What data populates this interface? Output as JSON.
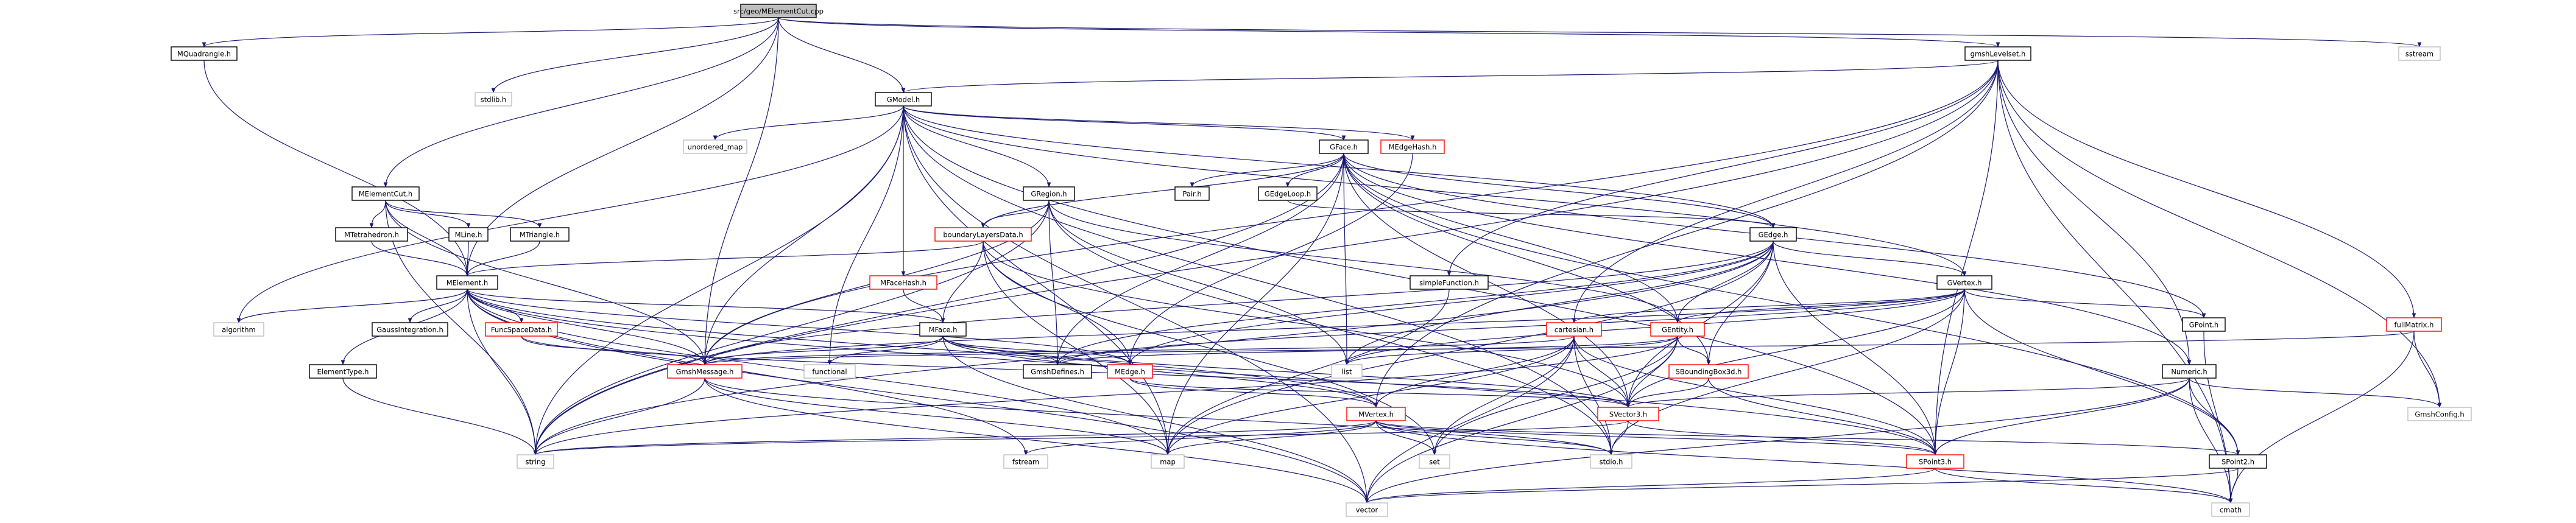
{
  "colors": {
    "edge": "#191970",
    "root_fill": "#bfbfbf",
    "node_fill": "#ffffff",
    "node_stroke_normal": "#000000",
    "node_stroke_red": "#ff0000",
    "node_stroke_gray": "#bfbfbf"
  },
  "nodes": [
    {
      "id": "root",
      "label": "src/geo/MElementCut.cpp",
      "style": "root"
    },
    {
      "id": "mquad",
      "label": "MQuadrangle.h",
      "style": "normal"
    },
    {
      "id": "gmshlev",
      "label": "gmshLevelset.h",
      "style": "normal"
    },
    {
      "id": "sstream",
      "label": "sstream",
      "style": "gray"
    },
    {
      "id": "stdlib",
      "label": "stdlib.h",
      "style": "gray"
    },
    {
      "id": "gmodel",
      "label": "GModel.h",
      "style": "normal"
    },
    {
      "id": "unordmap",
      "label": "unordered_map",
      "style": "gray"
    },
    {
      "id": "gface",
      "label": "GFace.h",
      "style": "normal"
    },
    {
      "id": "medgehash",
      "label": "MEdgeHash.h",
      "style": "red"
    },
    {
      "id": "mecut",
      "label": "MElementCut.h",
      "style": "normal"
    },
    {
      "id": "pair",
      "label": "Pair.h",
      "style": "normal"
    },
    {
      "id": "gedgeloop",
      "label": "GEdgeLoop.h",
      "style": "normal"
    },
    {
      "id": "gregion",
      "label": "GRegion.h",
      "style": "normal"
    },
    {
      "id": "mtetra",
      "label": "MTetrahedron.h",
      "style": "normal"
    },
    {
      "id": "mline",
      "label": "MLine.h",
      "style": "normal"
    },
    {
      "id": "mtri",
      "label": "MTriangle.h",
      "style": "normal"
    },
    {
      "id": "blayers",
      "label": "boundaryLayersData.h",
      "style": "red"
    },
    {
      "id": "gedge",
      "label": "GEdge.h",
      "style": "normal"
    },
    {
      "id": "melement",
      "label": "MElement.h",
      "style": "normal"
    },
    {
      "id": "mfacehash",
      "label": "MFaceHash.h",
      "style": "red"
    },
    {
      "id": "simplefn",
      "label": "simpleFunction.h",
      "style": "normal"
    },
    {
      "id": "gvertex",
      "label": "GVertex.h",
      "style": "normal"
    },
    {
      "id": "gpoint",
      "label": "GPoint.h",
      "style": "normal"
    },
    {
      "id": "fullmatrix",
      "label": "fullMatrix.h",
      "style": "red"
    },
    {
      "id": "algorithm",
      "label": "algorithm",
      "style": "gray"
    },
    {
      "id": "gaussint",
      "label": "GaussIntegration.h",
      "style": "normal"
    },
    {
      "id": "funcspace",
      "label": "FuncSpaceData.h",
      "style": "red"
    },
    {
      "id": "mface",
      "label": "MFace.h",
      "style": "normal"
    },
    {
      "id": "cartesian",
      "label": "cartesian.h",
      "style": "red"
    },
    {
      "id": "gentity",
      "label": "GEntity.h",
      "style": "red"
    },
    {
      "id": "elemtype",
      "label": "ElementType.h",
      "style": "normal"
    },
    {
      "id": "gmshmsg",
      "label": "GmshMessage.h",
      "style": "red"
    },
    {
      "id": "functional",
      "label": "functional",
      "style": "gray"
    },
    {
      "id": "gmshdef",
      "label": "GmshDefines.h",
      "style": "normal"
    },
    {
      "id": "medge",
      "label": "MEdge.h",
      "style": "red"
    },
    {
      "id": "list",
      "label": "list",
      "style": "gray"
    },
    {
      "id": "sbbox",
      "label": "SBoundingBox3d.h",
      "style": "red"
    },
    {
      "id": "numeric",
      "label": "Numeric.h",
      "style": "normal"
    },
    {
      "id": "mvertex",
      "label": "MVertex.h",
      "style": "red"
    },
    {
      "id": "svector3",
      "label": "SVector3.h",
      "style": "red"
    },
    {
      "id": "gmshconfig",
      "label": "GmshConfig.h",
      "style": "gray"
    },
    {
      "id": "string",
      "label": "string",
      "style": "gray"
    },
    {
      "id": "fstream",
      "label": "fstream",
      "style": "gray"
    },
    {
      "id": "map",
      "label": "map",
      "style": "gray"
    },
    {
      "id": "set",
      "label": "set",
      "style": "gray"
    },
    {
      "id": "stdio",
      "label": "stdio.h",
      "style": "gray"
    },
    {
      "id": "spoint3",
      "label": "SPoint3.h",
      "style": "red"
    },
    {
      "id": "spoint2",
      "label": "SPoint2.h",
      "style": "normal"
    },
    {
      "id": "vector",
      "label": "vector",
      "style": "gray"
    },
    {
      "id": "cmath",
      "label": "cmath",
      "style": "gray"
    }
  ],
  "edges": [
    [
      "root",
      "mquad"
    ],
    [
      "root",
      "gmshlev"
    ],
    [
      "root",
      "sstream"
    ],
    [
      "root",
      "stdlib"
    ],
    [
      "root",
      "gmodel"
    ],
    [
      "root",
      "mecut"
    ],
    [
      "root",
      "melement"
    ],
    [
      "root",
      "gmshmsg"
    ],
    [
      "mquad",
      "melement"
    ],
    [
      "gmshlev",
      "gmodel"
    ],
    [
      "gmshlev",
      "string"
    ],
    [
      "gmshlev",
      "simplefn"
    ],
    [
      "gmshlev",
      "gmshmsg"
    ],
    [
      "gmshlev",
      "fullmatrix"
    ],
    [
      "gmshlev",
      "gmshconfig"
    ],
    [
      "gmshlev",
      "cmath"
    ],
    [
      "gmshlev",
      "numeric"
    ],
    [
      "gmshlev",
      "spoint3"
    ],
    [
      "gmshlev",
      "cartesian"
    ],
    [
      "gmshlev",
      "mvertex"
    ],
    [
      "gmodel",
      "unordmap"
    ],
    [
      "gmodel",
      "gface"
    ],
    [
      "gmodel",
      "medgehash"
    ],
    [
      "gmodel",
      "gregion"
    ],
    [
      "gmodel",
      "gedge"
    ],
    [
      "gmodel",
      "gvertex"
    ],
    [
      "gmodel",
      "mfacehash"
    ],
    [
      "gmodel",
      "algorithm"
    ],
    [
      "gmodel",
      "functional"
    ],
    [
      "gmodel",
      "string"
    ],
    [
      "gmodel",
      "map"
    ],
    [
      "gmodel",
      "vector"
    ],
    [
      "gmodel",
      "stdio"
    ],
    [
      "gmodel",
      "spoint3"
    ],
    [
      "gmodel",
      "gmshmsg"
    ],
    [
      "gface",
      "pair"
    ],
    [
      "gface",
      "gedgeloop"
    ],
    [
      "gface",
      "blayers"
    ],
    [
      "gface",
      "gpoint"
    ],
    [
      "gface",
      "gentity"
    ],
    [
      "gface",
      "list"
    ],
    [
      "gface",
      "map"
    ],
    [
      "gface",
      "string"
    ],
    [
      "gface",
      "spoint2"
    ],
    [
      "gface",
      "svector3"
    ],
    [
      "gface",
      "sbbox"
    ],
    [
      "gface",
      "numeric"
    ],
    [
      "gface",
      "gmshdef"
    ],
    [
      "gface",
      "gedge"
    ],
    [
      "medgehash",
      "medge"
    ],
    [
      "mecut",
      "mtetra"
    ],
    [
      "mecut",
      "mline"
    ],
    [
      "mecut",
      "mtri"
    ],
    [
      "mecut",
      "melement"
    ],
    [
      "mecut",
      "string"
    ],
    [
      "mecut",
      "gmshmsg"
    ],
    [
      "gedgeloop",
      "gedge"
    ],
    [
      "gregion",
      "gentity"
    ],
    [
      "gregion",
      "blayers"
    ],
    [
      "gregion",
      "gmshdef"
    ],
    [
      "gregion",
      "gmshmsg"
    ],
    [
      "gregion",
      "list"
    ],
    [
      "gregion",
      "stdio"
    ],
    [
      "gregion",
      "string"
    ],
    [
      "mtetra",
      "melement"
    ],
    [
      "mline",
      "melement"
    ],
    [
      "mtri",
      "melement"
    ],
    [
      "blayers",
      "mface"
    ],
    [
      "blayers",
      "medge"
    ],
    [
      "blayers",
      "map"
    ],
    [
      "blayers",
      "set"
    ],
    [
      "blayers",
      "melement"
    ],
    [
      "blayers",
      "svector3"
    ],
    [
      "gedge",
      "gentity"
    ],
    [
      "gedge",
      "gvertex"
    ],
    [
      "gedge",
      "gmshdef"
    ],
    [
      "gedge",
      "spoint3"
    ],
    [
      "gedge",
      "sbbox"
    ],
    [
      "gedge",
      "svector3"
    ],
    [
      "gedge",
      "string"
    ],
    [
      "gedge",
      "map"
    ],
    [
      "gedge",
      "list"
    ],
    [
      "gedge",
      "gmshmsg"
    ],
    [
      "gedge",
      "medge"
    ],
    [
      "melement",
      "algorithm"
    ],
    [
      "melement",
      "gaussint"
    ],
    [
      "melement",
      "funcspace"
    ],
    [
      "melement",
      "mface"
    ],
    [
      "melement",
      "elemtype"
    ],
    [
      "melement",
      "gmshmsg"
    ],
    [
      "melement",
      "string"
    ],
    [
      "melement",
      "mvertex"
    ],
    [
      "melement",
      "medge"
    ],
    [
      "melement",
      "fstream"
    ],
    [
      "melement",
      "vector"
    ],
    [
      "melement",
      "map"
    ],
    [
      "melement",
      "spoint3"
    ],
    [
      "mfacehash",
      "mface"
    ],
    [
      "simplefn",
      "map"
    ],
    [
      "gvertex",
      "gentity"
    ],
    [
      "gvertex",
      "gpoint"
    ],
    [
      "gvertex",
      "spoint2"
    ],
    [
      "gvertex",
      "spoint3"
    ],
    [
      "gvertex",
      "list"
    ],
    [
      "gvertex",
      "gmshdef"
    ],
    [
      "gvertex",
      "stdio"
    ],
    [
      "gvertex",
      "svector3"
    ],
    [
      "gvertex",
      "gmshmsg"
    ],
    [
      "gvertex",
      "cartesian"
    ],
    [
      "gpoint",
      "cmath"
    ],
    [
      "fullmatrix",
      "gmshconfig"
    ],
    [
      "fullmatrix",
      "cmath"
    ],
    [
      "fullmatrix",
      "gmshmsg"
    ],
    [
      "funcspace",
      "gmshmsg"
    ],
    [
      "funcspace",
      "svector3"
    ],
    [
      "mface",
      "mvertex"
    ],
    [
      "mface",
      "medge"
    ],
    [
      "mface",
      "functional"
    ],
    [
      "mface",
      "gmshdef"
    ],
    [
      "mface",
      "vector"
    ],
    [
      "mface",
      "svector3"
    ],
    [
      "mface",
      "gmshmsg"
    ],
    [
      "cartesian",
      "gmshmsg"
    ],
    [
      "cartesian",
      "svector3"
    ],
    [
      "cartesian",
      "spoint3"
    ],
    [
      "cartesian",
      "set"
    ],
    [
      "cartesian",
      "vector"
    ],
    [
      "cartesian",
      "stdio"
    ],
    [
      "cartesian",
      "map"
    ],
    [
      "cartesian",
      "mvertex"
    ],
    [
      "gentity",
      "sbbox"
    ],
    [
      "gentity",
      "svector3"
    ],
    [
      "gentity",
      "gmshdef"
    ],
    [
      "gentity",
      "string"
    ],
    [
      "gentity",
      "vector"
    ],
    [
      "gentity",
      "set"
    ],
    [
      "gentity",
      "list"
    ],
    [
      "elemtype",
      "string"
    ],
    [
      "gmshmsg",
      "string"
    ],
    [
      "gmshmsg",
      "map"
    ],
    [
      "gmshmsg",
      "vector"
    ],
    [
      "gmshmsg",
      "stdio"
    ],
    [
      "medge",
      "mvertex"
    ],
    [
      "medge",
      "svector3"
    ],
    [
      "sbbox",
      "spoint3"
    ],
    [
      "sbbox",
      "svector3"
    ],
    [
      "numeric",
      "svector3"
    ],
    [
      "numeric",
      "spoint3"
    ],
    [
      "numeric",
      "spoint2"
    ],
    [
      "numeric",
      "vector"
    ],
    [
      "numeric",
      "cmath"
    ],
    [
      "numeric",
      "gmshconfig"
    ],
    [
      "mvertex",
      "spoint2"
    ],
    [
      "mvertex",
      "spoint3"
    ],
    [
      "mvertex",
      "map"
    ],
    [
      "mvertex",
      "set"
    ],
    [
      "mvertex",
      "string"
    ],
    [
      "mvertex",
      "stdio"
    ],
    [
      "mvertex",
      "cmath"
    ],
    [
      "mvertex",
      "fstream"
    ],
    [
      "svector3",
      "spoint3"
    ],
    [
      "svector3",
      "string"
    ],
    [
      "svector3",
      "stdio"
    ],
    [
      "spoint3",
      "vector"
    ],
    [
      "spoint3",
      "cmath"
    ],
    [
      "spoint2",
      "cmath"
    ],
    [
      "spoint2",
      "vector"
    ]
  ]
}
